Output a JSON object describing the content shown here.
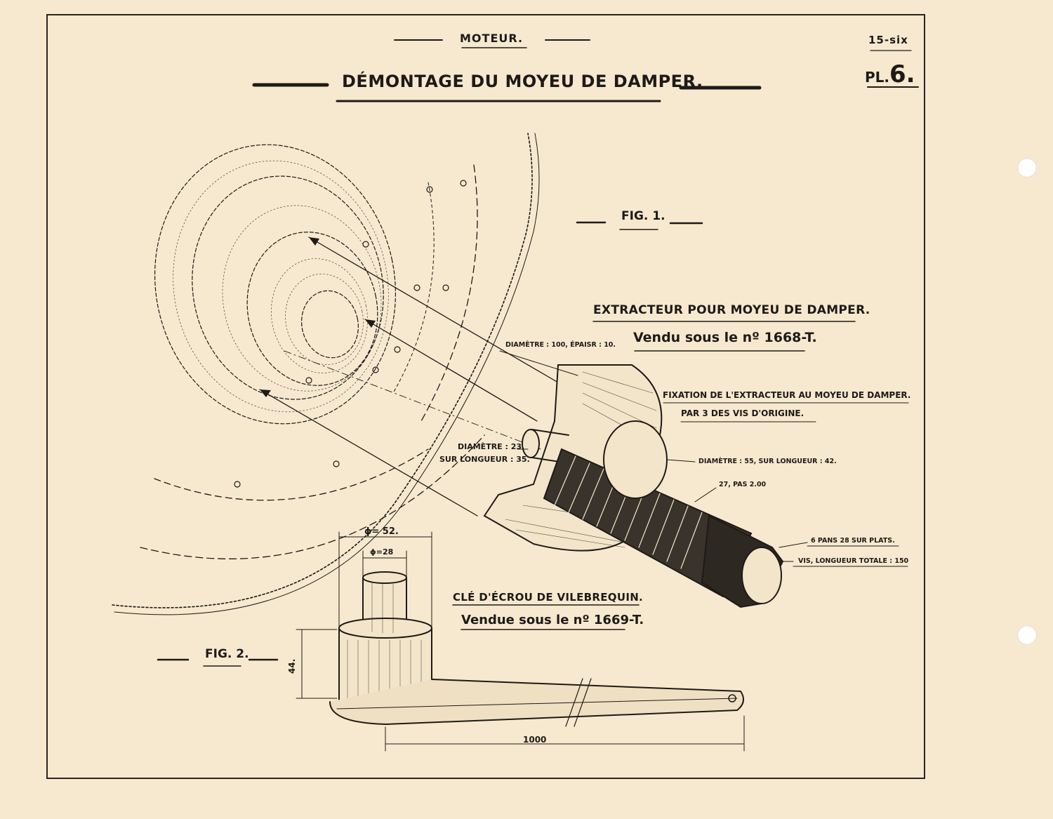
{
  "header": {
    "section": "MOTEUR.",
    "sheet_code": "15-six",
    "plate_prefix": "PL.",
    "plate_number": "6."
  },
  "title": "DÉMONTAGE DU MOYEU DE DAMPER.",
  "figure1": {
    "label": "FIG. 1.",
    "tool_title": "EXTRACTEUR POUR MOYEU DE DAMPER.",
    "tool_sale": "Vendu sous le nº 1668-T.",
    "fixation_line1": "FIXATION DE L'EXTRACTEUR AU MOYEU DE DAMPER.",
    "fixation_line2": "PAR 3 DES VIS D'ORIGINE.",
    "dim_plate": "DIAMÈTRE : 100, ÉPAISR : 10.",
    "dim_pin_line1": "DIAMÈTRE : 23.",
    "dim_pin_line2": "SUR LONGUEUR : 35.",
    "dim_boss": "DIAMÈTRE : 55, SUR LONGUEUR : 42.",
    "dim_thread": "27, PAS 2.00",
    "dim_hex": "6 PANS 28 SUR PLATS.",
    "dim_length": "VIS, LONGUEUR TOTALE : 150"
  },
  "figure2": {
    "label": "FIG. 2.",
    "tool_title": "CLÉ D'ÉCROU DE VILEBREQUIN.",
    "tool_sale": "Vendue sous le nº 1669-T.",
    "dim_outer": "ϕ= 52.",
    "dim_inner": "ϕ=28",
    "dim_height": "44.",
    "dim_handle": "1000"
  }
}
